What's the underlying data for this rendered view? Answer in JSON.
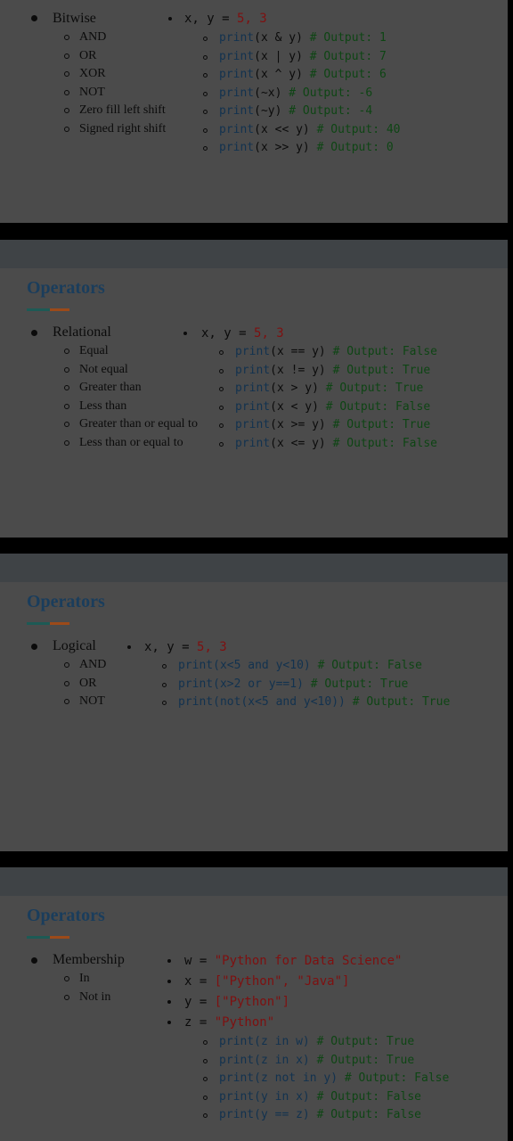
{
  "colors": {
    "slide_bg": "#4b4b4b",
    "band": "#3f4346",
    "title": "#1a3d5c",
    "rule_teal": "#1d5a55",
    "rule_orange": "#9c4a19",
    "code_func": "#12324f",
    "code_number": "#7e1010",
    "code_comment": "#0e4514"
  },
  "slide1": {
    "topic": "Bitwise",
    "items": [
      "AND",
      "OR",
      "XOR",
      "NOT",
      "Zero fill left shift",
      "Signed right shift"
    ],
    "assign": "x, y = ",
    "assign_values": "5, 3",
    "code": [
      {
        "fn": "print",
        "arg": "(x & y)",
        "comment": "# Output: 1"
      },
      {
        "fn": "print",
        "arg": "(x | y)",
        "comment": "# Output: 7"
      },
      {
        "fn": "print",
        "arg": "(x ^ y)",
        "comment": "# Output: 6"
      },
      {
        "fn": "print",
        "arg": "(~x)",
        "comment": "# Output: -6"
      },
      {
        "fn": "print",
        "arg": "(~y)",
        "comment": "# Output: -4"
      },
      {
        "fn": "print",
        "arg": "(x << y)",
        "comment": "# Output: 40"
      },
      {
        "fn": "print",
        "arg": "(x >> y)",
        "comment": "# Output: 0"
      }
    ]
  },
  "slide2": {
    "title": "Operators",
    "topic": "Relational",
    "items": [
      "Equal",
      "Not equal",
      "Greater than",
      "Less than",
      "Greater than or equal to",
      "Less than or equal to"
    ],
    "assign": "x, y = ",
    "assign_values": "5, 3",
    "code": [
      {
        "fn": "print",
        "arg": "(x == y)",
        "comment": "# Output: False"
      },
      {
        "fn": "print",
        "arg": "(x != y)",
        "comment": "# Output: True"
      },
      {
        "fn": "print",
        "arg": "(x > y)",
        "comment": "# Output: True"
      },
      {
        "fn": "print",
        "arg": "(x < y)",
        "comment": "# Output: False"
      },
      {
        "fn": "print",
        "arg": "(x >= y)",
        "comment": "# Output: True"
      },
      {
        "fn": "print",
        "arg": "(x <= y)",
        "comment": "# Output: False"
      }
    ]
  },
  "slide3": {
    "title": "Operators",
    "topic": "Logical",
    "items": [
      "AND",
      "OR",
      "NOT"
    ],
    "assign": "x, y = ",
    "assign_values": "5, 3",
    "code": [
      {
        "a": "print(x<5 ",
        "k1": "and",
        "b": " y<10) ",
        "c": "# Output: False"
      },
      {
        "a": "print(x>2 ",
        "k1": "or",
        "b": " y==1) ",
        "c": "# Output: True"
      },
      {
        "a": "print(",
        "k1": "not",
        "b": "(x<5 ",
        "k2": "and",
        "d": " y<10)) ",
        "c": "# Output: True"
      }
    ]
  },
  "slide4": {
    "title": "Operators",
    "topic": "Membership",
    "items": [
      "In",
      "Not in"
    ],
    "assigns": [
      {
        "lhs": "w = ",
        "rhs": "\"Python for Data Science\""
      },
      {
        "lhs": "x = ",
        "rhs": "[\"Python\", \"Java\"]"
      },
      {
        "lhs": "y = ",
        "rhs": "[\"Python\"]"
      },
      {
        "lhs": "z = ",
        "rhs": "\"Python\""
      }
    ],
    "code": [
      {
        "a": "print(z ",
        "k": "in",
        "b": " w) ",
        "c": "# Output: True"
      },
      {
        "a": "print(z ",
        "k": "in",
        "b": " x) ",
        "c": "# Output: True"
      },
      {
        "a": "print(z ",
        "k": "not in",
        "b": " y) ",
        "c": "# Output: False"
      },
      {
        "a": "print(y ",
        "k": "in",
        "b": " x) ",
        "c": "# Output: False"
      },
      {
        "a": "print(y == z) ",
        "k": "",
        "b": "",
        "c": "# Output: False"
      }
    ]
  }
}
